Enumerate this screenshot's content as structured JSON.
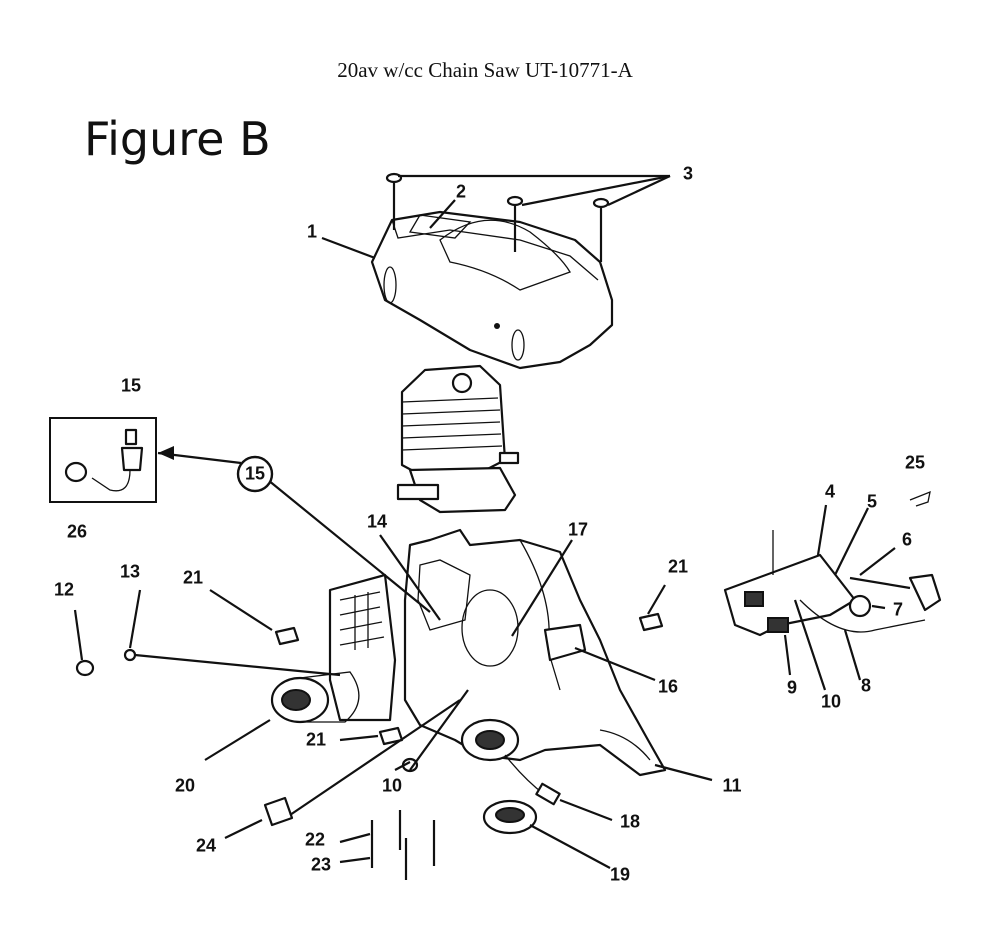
{
  "document": {
    "title": "20av w/cc Chain Saw UT-10771-A",
    "figure_label": "Figure B"
  },
  "callouts": {
    "c1": "1",
    "c2": "2",
    "c3": "3",
    "c4": "4",
    "c5": "5",
    "c6": "6",
    "c7": "7",
    "c8": "8",
    "c9": "9",
    "c10a": "10",
    "c10b": "10",
    "c11": "11",
    "c12": "12",
    "c13": "13",
    "c14": "14",
    "c15a": "15",
    "c15b": "15",
    "c16": "16",
    "c17": "17",
    "c18": "18",
    "c19": "19",
    "c20": "20",
    "c21a": "21",
    "c21b": "21",
    "c21c": "21",
    "c22": "22",
    "c23": "23",
    "c24": "24",
    "c25": "25",
    "c26": "26"
  }
}
